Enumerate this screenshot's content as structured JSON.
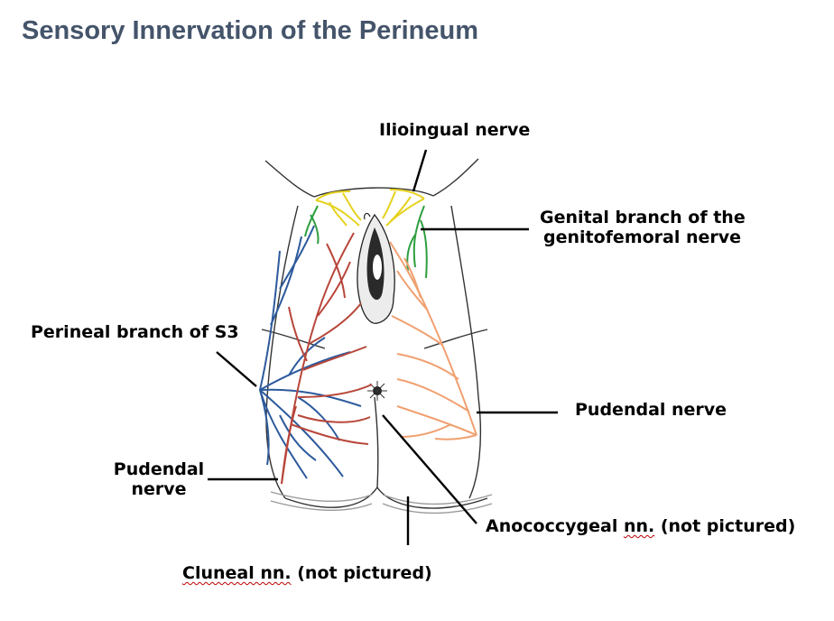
{
  "title": "Sensory Innervation of the Perineum",
  "labels": {
    "ilioinguinal": "Ilioingual nerve",
    "genitofemoral_line1": "Genital branch of the",
    "genitofemoral_line2": "genitofemoral nerve",
    "perineal_s3": "Perineal branch of S3",
    "pudendal_right": "Pudendal nerve",
    "pudendal_left_line1": "Pudendal",
    "pudendal_left_line2": "nerve",
    "anococcygeal_prefix": "Anococcygeal ",
    "anococcygeal_squiggle": "nn.",
    "anococcygeal_suffix": " (not pictured)",
    "cluneal_squiggle": "Cluneal nn.",
    "cluneal_suffix": " (not pictured)"
  },
  "colors": {
    "title": "#44546a",
    "ilioinguinal_nerve": "#e6d21e",
    "genitofemoral_nerve": "#2e9e3e",
    "perineal_s3_nerve": "#2d5a9c",
    "pudendal_left_nerve": "#b8463a",
    "pudendal_right_nerve": "#f0a070"
  }
}
